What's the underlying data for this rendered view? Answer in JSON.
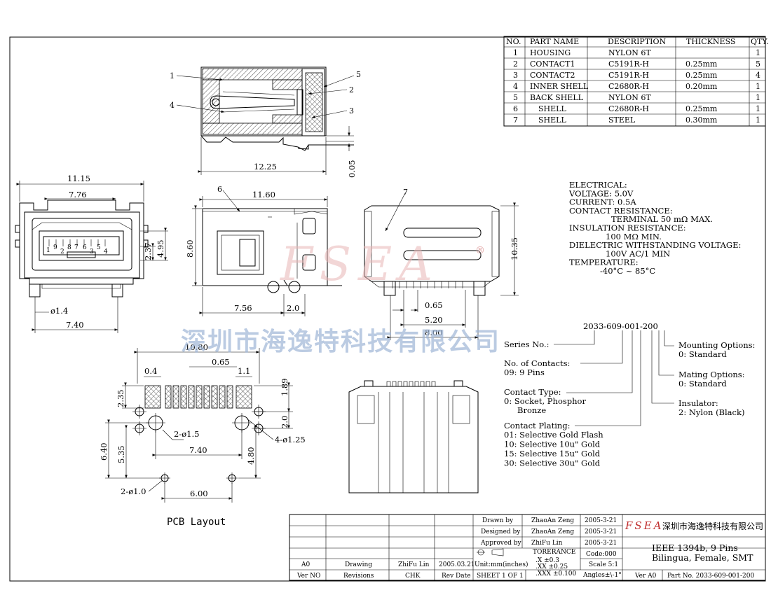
{
  "bom": {
    "headers": [
      "NO.",
      "PART NAME",
      "DESCRIPTION",
      "THICKNESS",
      "QTY."
    ],
    "rows": [
      [
        "1",
        "HOUSING",
        "NYLON 6T",
        "",
        "1"
      ],
      [
        "2",
        "CONTACT1",
        "C5191R-H",
        "0.25mm",
        "5"
      ],
      [
        "3",
        "CONTACT2",
        "C5191R-H",
        "0.25mm",
        "4"
      ],
      [
        "4",
        "INNER SHELL",
        "C2680R-H",
        "0.20mm",
        "1"
      ],
      [
        "5",
        "BACK SHELL",
        "NYLON 6T",
        "",
        "1"
      ],
      [
        "6",
        "SHELL",
        "C2680R-H",
        "0.25mm",
        "1"
      ],
      [
        "7",
        "SHELL",
        "STEEL",
        "0.30mm",
        "1"
      ]
    ]
  },
  "specs": [
    "ELECTRICAL:",
    "VOLTAGE: 5.0V",
    "CURRENT: 0.5A",
    "CONTACT RESISTANCE:",
    "TERMINAL 50 mΩ MAX.",
    "INSULATION RESISTANCE:",
    "100 MΩ MIN.",
    "DIELECTRIC WITHSTANDING VOLTAGE:",
    "100V AC/1 MIN",
    "TEMPERATURE:",
    "-40°C ~ 85°C"
  ],
  "part_code": "2033-609-001-200",
  "options": {
    "series": "Series No.:",
    "contacts_label": "No. of Contacts:",
    "contacts_value": "09: 9 Pins",
    "type_label": "Contact Type:",
    "type_value1": "0: Socket, Phosphor",
    "type_value2": "Bronze",
    "plating_label": "Contact Plating:",
    "plating_values": [
      "01: Selective Gold Flash",
      "10: Selective 10u\" Gold",
      "15: Selective 15u\" Gold",
      "30: Selective 30u\" Gold"
    ],
    "mounting_label": "Mounting Options:",
    "mounting_value": "0: Standard",
    "mating_label": "Mating Options:",
    "mating_value": "0: Standard",
    "insulator_label": "Insulator:",
    "insulator_value": "2: Nylon (Black)"
  },
  "dims": {
    "side_length": "12.25",
    "side_height": "0.05",
    "front_width": "11.15",
    "front_inner": "7.76",
    "front_h1": "2.37",
    "front_h2": "4.95",
    "front_pin": "ø1.4",
    "front_pitch": "7.40",
    "pin_labels": [
      "1",
      "9",
      "2",
      "8",
      "7",
      "6",
      "3",
      "5",
      "4"
    ],
    "top_width": "11.60",
    "top_height": "8.60",
    "top_x1": "7.56",
    "top_x2": "2.0",
    "rear_height": "10.35",
    "rear_pitch": "0.65",
    "rear_w1": "5.20",
    "rear_w2": "8.00",
    "pcb_width": "10.80",
    "pcb_pad": "0.4",
    "pcb_pitch": "0.65",
    "pcb_gap": "1.1",
    "pcb_h1": "2.35",
    "pcb_h2": "1.89",
    "pcb_h3": "2.0",
    "pcb_hole1": "2-ø1.5",
    "pcb_hole2": "4-ø1.25",
    "pcb_x1": "7.40",
    "pcb_v1": "6.40",
    "pcb_v2": "5.35",
    "pcb_v3": "4.80",
    "pcb_hole3": "2-ø1.0",
    "pcb_x2": "6.00",
    "pcb_title": "PCB Layout",
    "callouts": [
      "1",
      "2",
      "3",
      "4",
      "5",
      "6",
      "7"
    ]
  },
  "watermark": {
    "logo": "FSEA",
    "company": "深圳市海逸特科技有限公司",
    "reg": "®"
  },
  "title_block": {
    "drawn_label": "Drawn  by",
    "drawn_name": "ZhaoAn Zeng",
    "drawn_date": "2005-3-21",
    "designed_label": "Designed by",
    "designed_name": "ZhaoAn Zeng",
    "designed_date": "2005-3-21",
    "approved_label": "Approved by",
    "approved_name": "ZhiFu Lin",
    "approved_date": "2005-3-21",
    "logo": "FSEA",
    "company": "深圳市海逸特科技有限公司",
    "tolerance_label": "TORERANCE",
    "code": "Code:000",
    "scale": "Scale 5:1",
    "tol_lines": [
      ".X    ±0.3",
      ".XX   ±0.25",
      ".XXX  ±0.100"
    ],
    "angles": "Angles±\\-1°",
    "title1": "IEEE 1394b, 9 Pins",
    "title2": "Bilingua, Female, SMT",
    "rev_row": [
      "A0",
      "Drawing",
      "ZhiFu Lin",
      "2005.03.21"
    ],
    "units": "Unit:mm(inches)",
    "hdr_row": [
      "Ver NO",
      "Revisions",
      "CHK",
      "Rev Date"
    ],
    "sheet": "SHEET 1 OF 1",
    "ver": "Ver A0",
    "part_no": "Part No. 2033-609-001-200"
  }
}
